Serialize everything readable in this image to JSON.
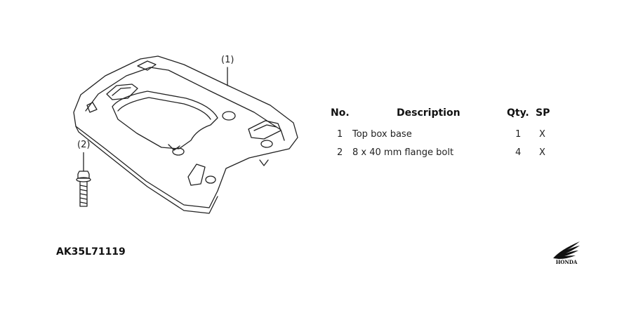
{
  "diagram": {
    "callouts": [
      "(1)",
      "(2)"
    ],
    "part_code": "AK35L71119"
  },
  "table": {
    "headers": {
      "no": "No.",
      "description": "Description",
      "qty": "Qty.",
      "sp": "SP"
    },
    "rows": [
      {
        "no": "1",
        "description": "Top box base",
        "qty": "1",
        "sp": "X"
      },
      {
        "no": "2",
        "description": "8 x 40 mm flange bolt",
        "qty": "4",
        "sp": "X"
      }
    ]
  },
  "logo": {
    "brand": "HONDA"
  }
}
